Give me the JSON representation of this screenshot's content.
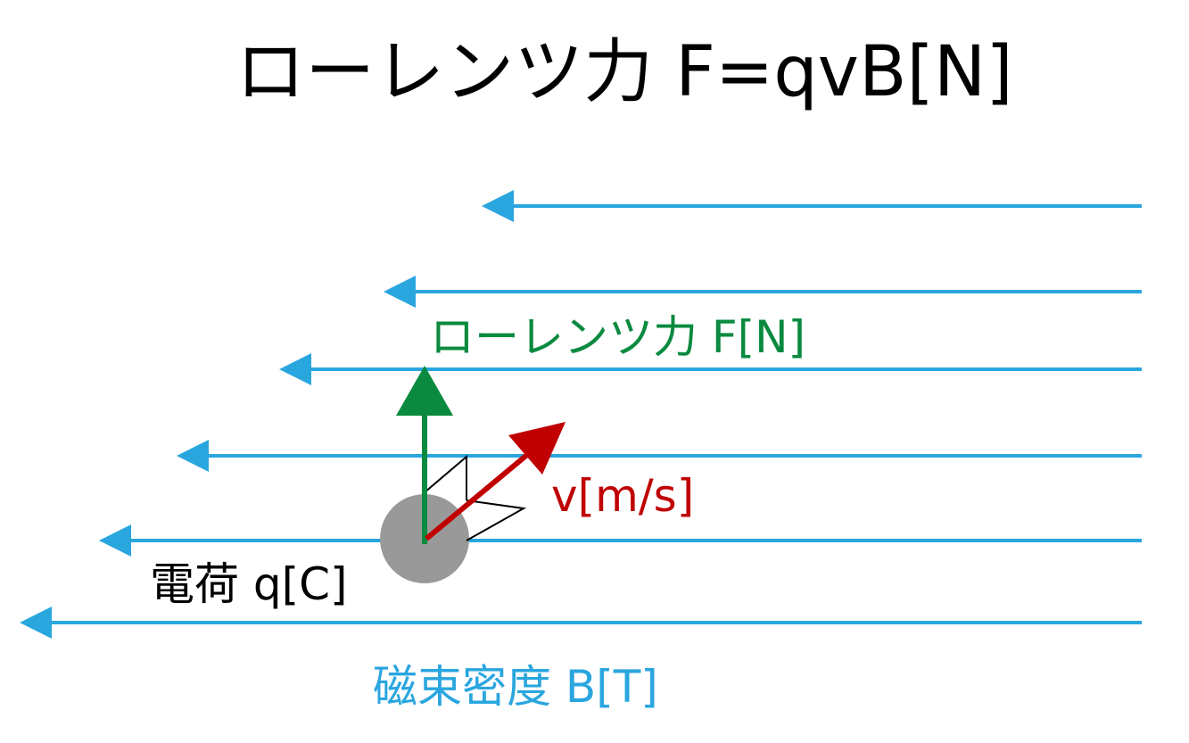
{
  "title": "ローレンツ力 F=qvB[N]",
  "labels": {
    "force": "ローレンツ力 F[N]",
    "velocity": "v[m/s]",
    "charge": "電荷 q[C]",
    "field": "磁束密度 B[T]"
  },
  "colors": {
    "field": "#2aa6df",
    "force": "#0a8a3e",
    "velocity": "#c00000",
    "charge": "#999999",
    "text": "#000000"
  }
}
